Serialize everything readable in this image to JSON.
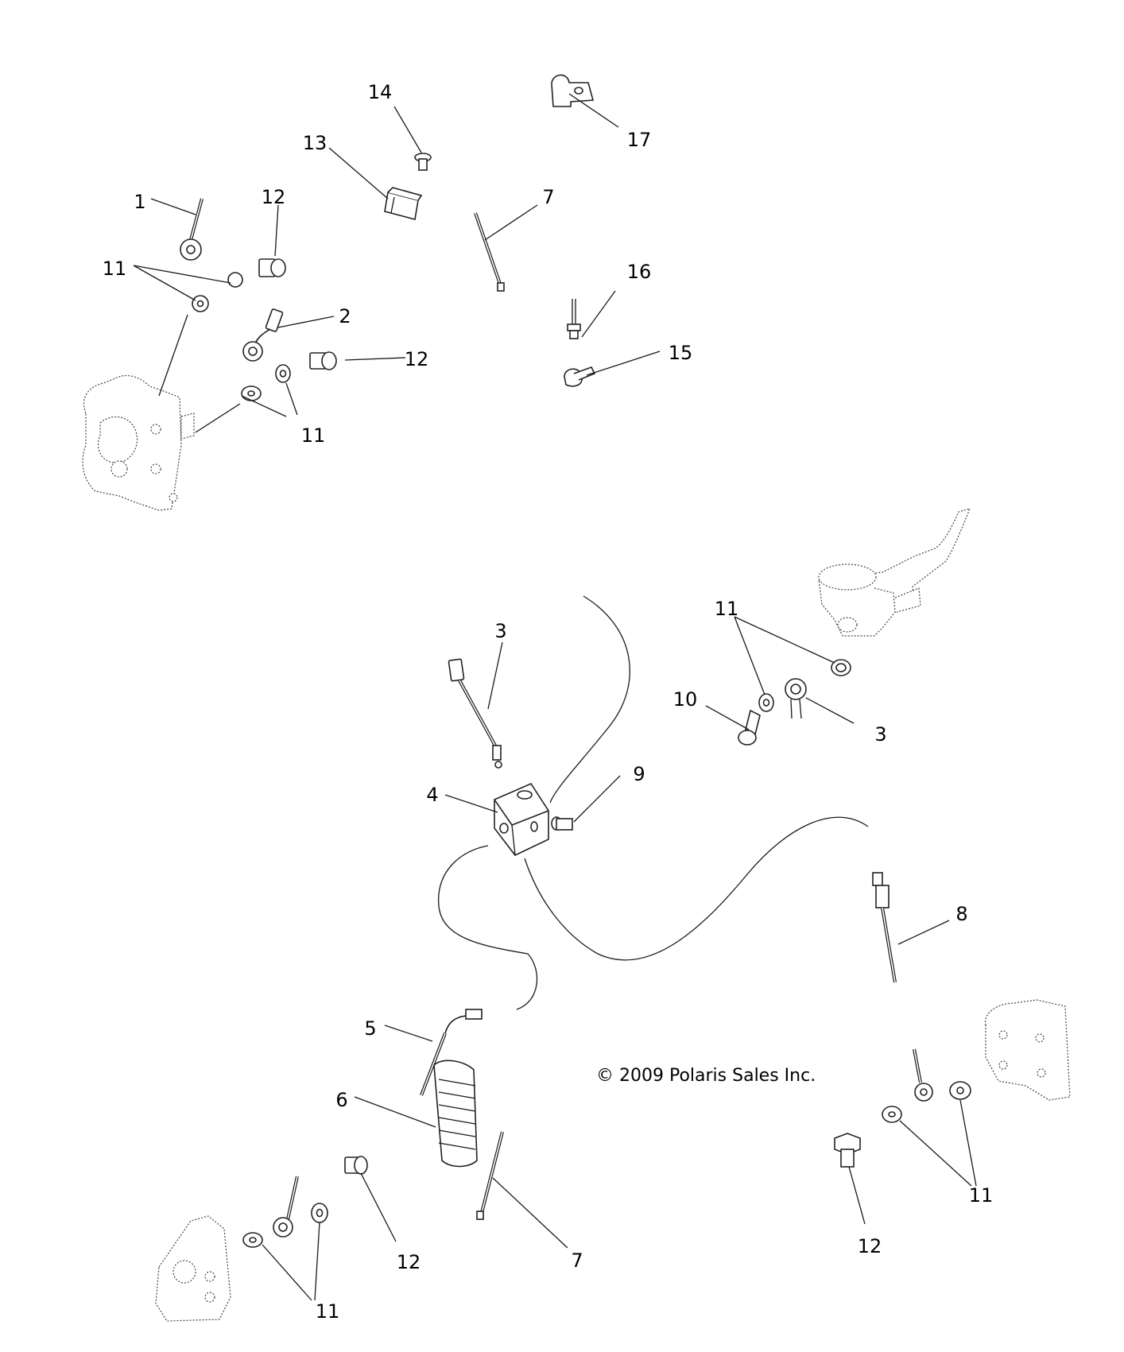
{
  "callouts": [
    {
      "id": "c1",
      "label": "1"
    },
    {
      "id": "c2",
      "label": "2"
    },
    {
      "id": "c3a",
      "label": "3"
    },
    {
      "id": "c3b",
      "label": "3"
    },
    {
      "id": "c4",
      "label": "4"
    },
    {
      "id": "c5",
      "label": "5"
    },
    {
      "id": "c6",
      "label": "6"
    },
    {
      "id": "c7a",
      "label": "7"
    },
    {
      "id": "c7b",
      "label": "7"
    },
    {
      "id": "c8",
      "label": "8"
    },
    {
      "id": "c9",
      "label": "9"
    },
    {
      "id": "c10",
      "label": "10"
    },
    {
      "id": "c11a",
      "label": "11"
    },
    {
      "id": "c11b",
      "label": "11"
    },
    {
      "id": "c11c",
      "label": "11"
    },
    {
      "id": "c11d",
      "label": "11"
    },
    {
      "id": "c11e",
      "label": "11"
    },
    {
      "id": "c12a",
      "label": "12"
    },
    {
      "id": "c12b",
      "label": "12"
    },
    {
      "id": "c12c",
      "label": "12"
    },
    {
      "id": "c12d",
      "label": "12"
    },
    {
      "id": "c13",
      "label": "13"
    },
    {
      "id": "c14",
      "label": "14"
    },
    {
      "id": "c15",
      "label": "15"
    },
    {
      "id": "c16",
      "label": "16"
    },
    {
      "id": "c17",
      "label": "17"
    }
  ],
  "copyright": "© 2009 Polaris Sales Inc."
}
